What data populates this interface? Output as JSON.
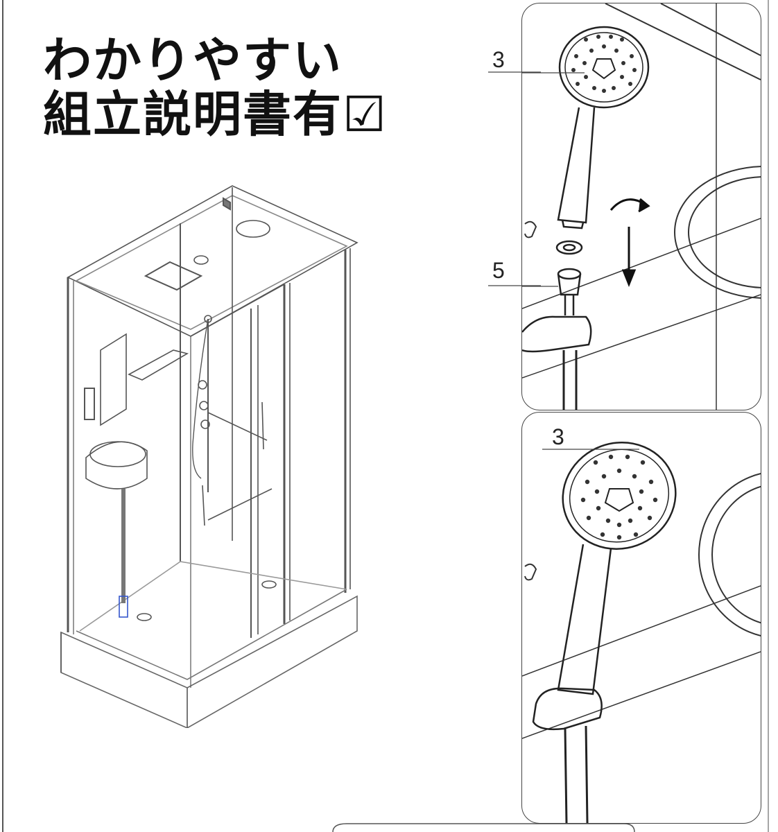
{
  "title": {
    "line1": "わかりやすい",
    "line2": "組立説明書有☑"
  },
  "panels": {
    "top": {
      "callouts": [
        "3",
        "5"
      ]
    },
    "bottom": {
      "callouts": [
        "3"
      ]
    }
  },
  "icons": [
    "shower-cabin-illustration",
    "rotate-arrow-icon",
    "down-arrow-icon",
    "shower-head-icon",
    "washer-ring-icon",
    "hose-connector-icon"
  ]
}
